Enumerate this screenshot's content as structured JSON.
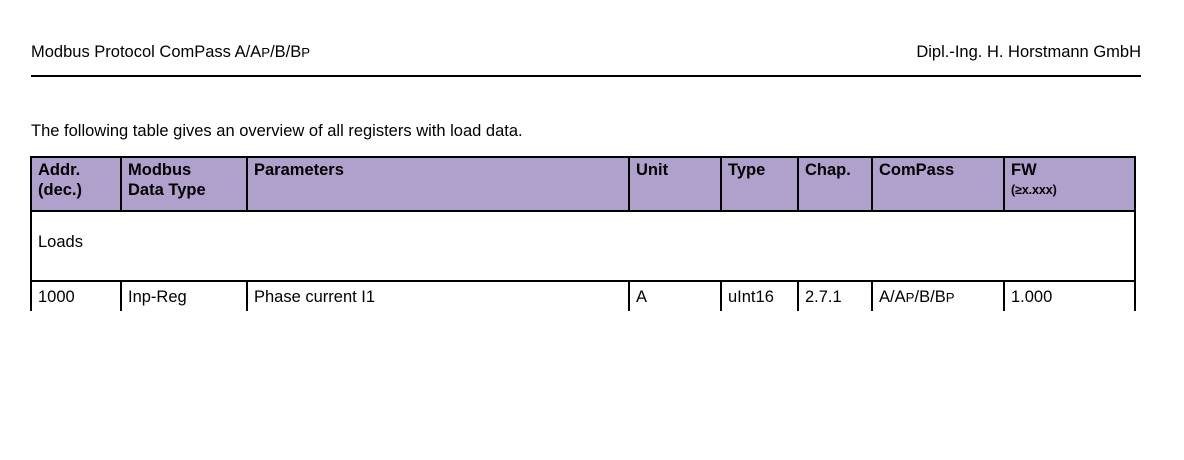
{
  "header": {
    "left_title": "Modbus Protocol ComPass A/AP/B/BP",
    "left_title_parts": [
      "Modbus Protocol ComPass A/A",
      "P",
      "/B/B",
      "P"
    ],
    "right_title": "Dipl.-Ing. H. Horstmann GmbH"
  },
  "intro": {
    "text": "The following table gives an overview of all registers with load data."
  },
  "table": {
    "columns": [
      {
        "line1": "Addr.",
        "line2": "(dec.)",
        "small": ""
      },
      {
        "line1": "Modbus",
        "line2": "Data Type",
        "small": ""
      },
      {
        "line1": "Parameters",
        "line2": "",
        "small": ""
      },
      {
        "line1": "Unit",
        "line2": "",
        "small": ""
      },
      {
        "line1": "Type",
        "line2": "",
        "small": ""
      },
      {
        "line1": "Chap.",
        "line2": "",
        "small": ""
      },
      {
        "line1": "ComPass",
        "line2": "",
        "small": ""
      },
      {
        "line1": "FW",
        "line2": "",
        "small": "(≥x.xxx)"
      }
    ],
    "section_row": {
      "label": "Loads"
    },
    "rows": [
      {
        "addr": "1000",
        "data_type": "Inp-Reg",
        "parameter": "Phase current  I1",
        "unit": "A",
        "type": "uInt16",
        "chapter": "2.7.1",
        "compass_prefix": "A/A",
        "compass_sc1": "P",
        "compass_mid": "/B/B",
        "compass_sc2": "P",
        "firmware": "1.000"
      }
    ]
  },
  "colors": {
    "header_fill": "#b0a0cc",
    "border": "#000000",
    "text": "#000000",
    "page_background": "#ffffff"
  }
}
